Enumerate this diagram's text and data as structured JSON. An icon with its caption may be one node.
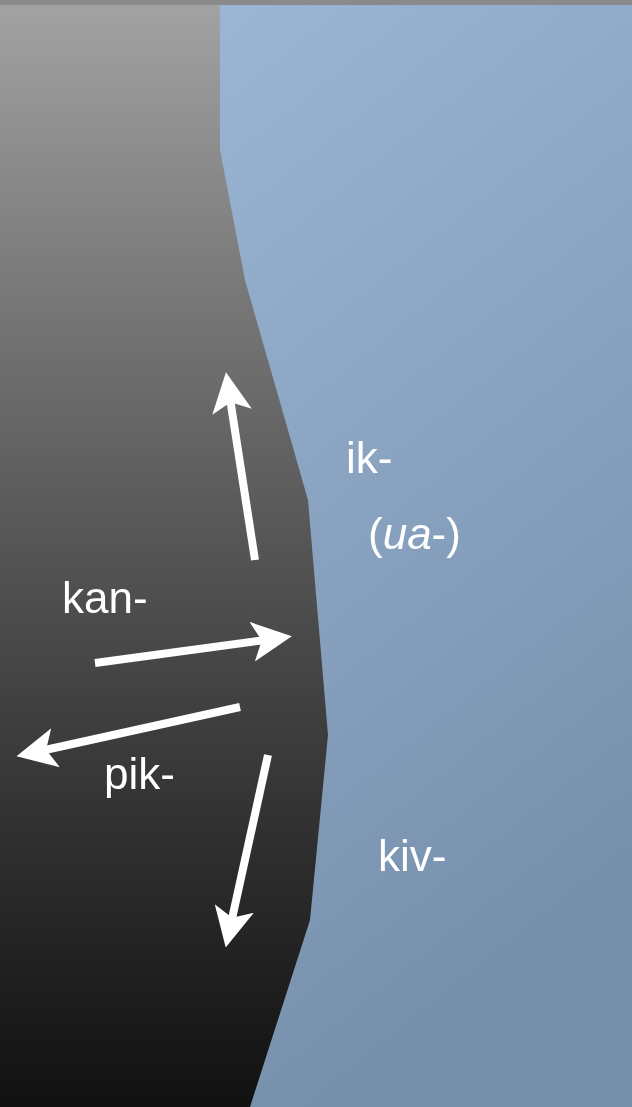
{
  "diagram": {
    "labels": [
      "ik-",
      "(*ua*-)",
      "kan-",
      "pik-",
      "kiv-"
    ]
  }
}
